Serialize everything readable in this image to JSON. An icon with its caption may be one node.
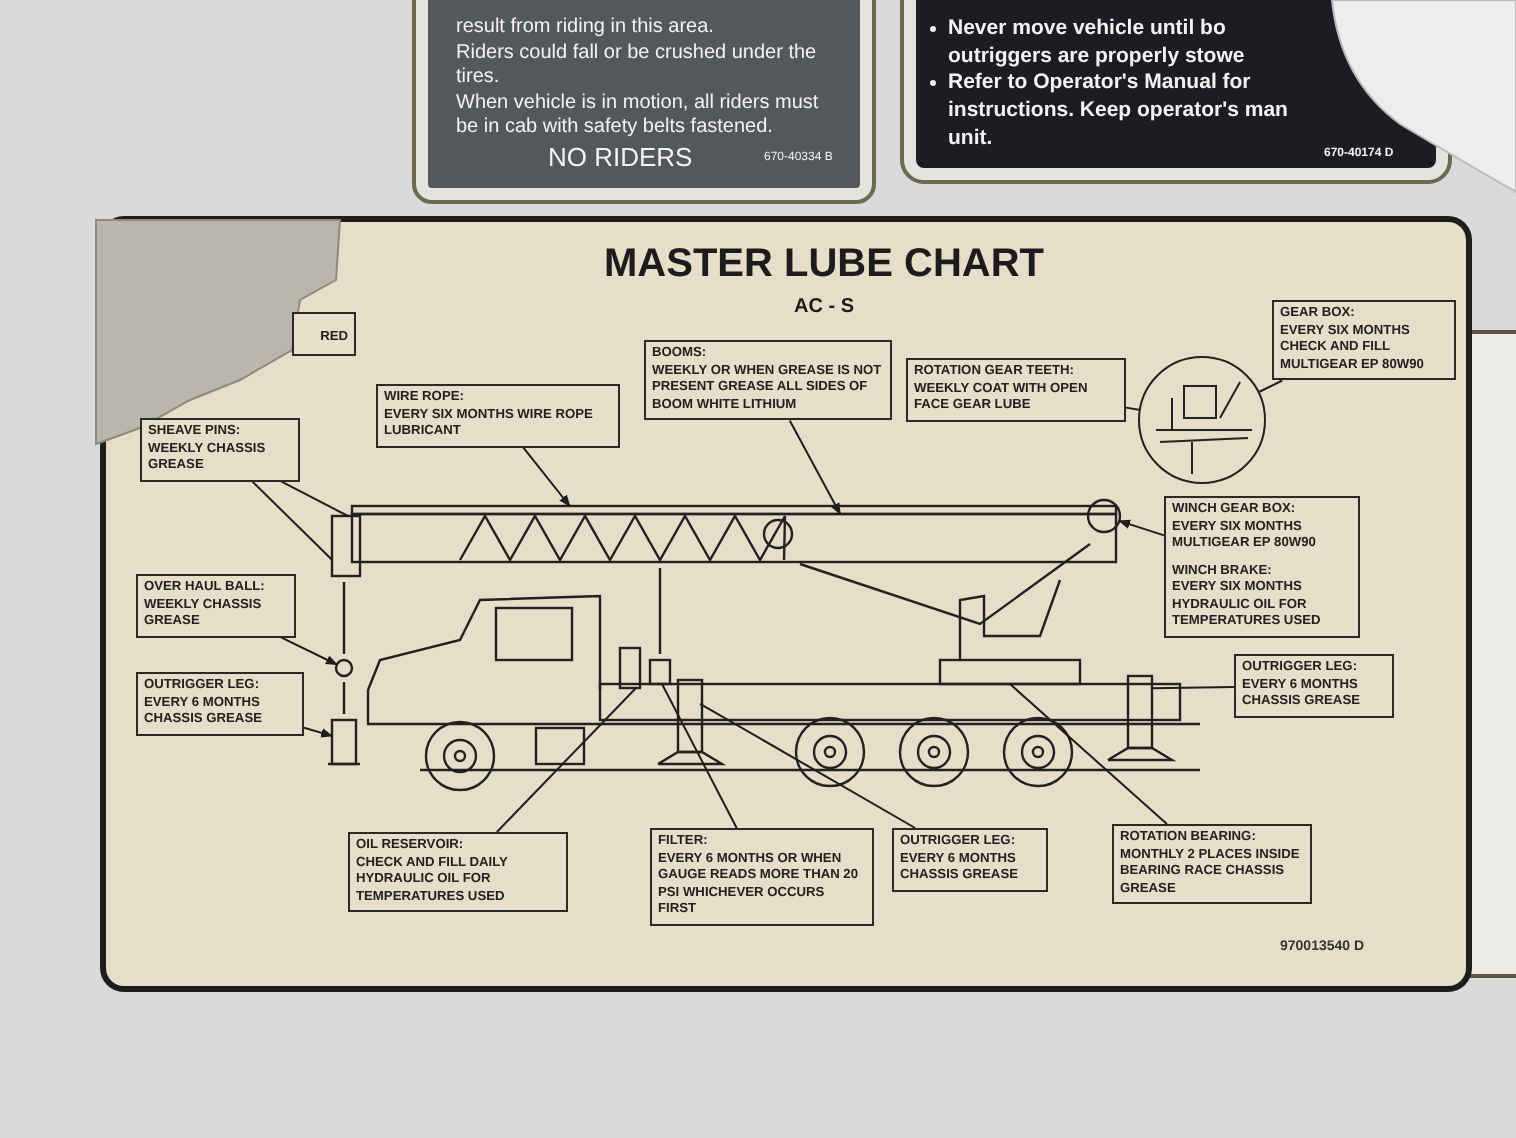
{
  "diagram": {
    "title": "MASTER LUBE CHART",
    "nodes": [
      {
        "text": [
          "RED"
        ]
      },
      {
        "text": [
          "SHEAVE PINS:",
          "WEEKLY CHASSIS GREASE"
        ]
      },
      {
        "text": [
          "WIRE ROPE:",
          "EVERY SIX MONTHS WIRE ROPE LUBRICANT"
        ]
      },
      {
        "text": [
          "BOOMS:",
          "WEEKLY OR WHEN GREASE IS NOT PRESENT GREASE ALL SIDES OF BOOM WHITE LITHIUM"
        ]
      },
      {
        "text": [
          "ROTATION GEAR TEETH:",
          "WEEKLY COAT WITH OPEN FACE GEAR LUBE"
        ]
      },
      {
        "text": [
          "GEAR BOX:",
          "EVERY SIX MONTHS CHECK AND FILL MULTIGEAR EP 80W90"
        ]
      },
      {
        "text": [],
        "shape": "circle"
      },
      {
        "text": [
          "OVER HAUL BALL:",
          "WEEKLY CHASSIS GREASE"
        ]
      },
      {
        "text": [
          "WINCH GEAR BOX:",
          "EVERY SIX MONTHS MULTIGEAR EP 80W90",
          "WINCH BRAKE:",
          "EVERY SIX MONTHS HYDRAULIC OIL FOR TEMPERATURES USED"
        ]
      },
      {
        "text": [
          "OUTRIGGER LEG:",
          "EVERY 6 MONTHS CHASSIS GREASE"
        ]
      },
      {
        "text": [
          "OUTRIGGER LEG:",
          "EVERY 6 MONTHS CHASSIS GREASE"
        ]
      },
      {
        "text": [
          "OIL RESERVOIR:",
          "CHECK AND FILL DAILY HYDRAULIC OIL FOR TEMPERATURES USED"
        ]
      },
      {
        "text": [
          "FILTER:",
          "EVERY 6 MONTHS OR WHEN GAUGE READS MORE THAN 20 PSI WHICHEVER OCCURS FIRST"
        ]
      },
      {
        "text": [
          "OUTRIGGER LEG:",
          "EVERY 6 MONTHS CHASSIS GREASE"
        ]
      },
      {
        "text": [
          "ROTATION BEARING:",
          "MONTHLY 2 PLACES INSIDE BEARING RACE CHASSIS GREASE"
        ]
      },
      {
        "text": [],
        "shape": "box"
      },
      {
        "text": [],
        "shape": "bar"
      },
      {
        "text": [],
        "shape": "box"
      },
      {
        "text": [],
        "shape": "circle"
      },
      {
        "text": [],
        "shape": "circle"
      },
      {
        "text": [],
        "shape": "box"
      },
      {
        "text": [],
        "shape": "box"
      },
      {
        "text": [],
        "shape": "box"
      },
      {
        "text": [],
        "shape": "box"
      },
      {
        "text": [],
        "shape": "box"
      },
      {
        "text": [],
        "shape": "box"
      }
    ],
    "edges": [
      {
        "from": 1,
        "to": 15,
        "arrow": "none"
      },
      {
        "from": 1,
        "to": 15,
        "arrow": "none"
      },
      {
        "from": 2,
        "to": 16,
        "arrow": "to"
      },
      {
        "from": 3,
        "to": 17,
        "arrow": "to"
      },
      {
        "from": 4,
        "to": 6,
        "arrow": "none"
      },
      {
        "from": 5,
        "to": 6,
        "arrow": "none"
      },
      {
        "from": 7,
        "to": 18,
        "arrow": "to"
      },
      {
        "from": 8,
        "to": 19,
        "arrow": "to"
      },
      {
        "from": 9,
        "to": 20,
        "arrow": "to"
      },
      {
        "from": 10,
        "to": 21,
        "arrow": "none"
      },
      {
        "from": 11,
        "to": 22,
        "arrow": "none"
      },
      {
        "from": 12,
        "to": 23,
        "arrow": "none"
      },
      {
        "from": 13,
        "to": 24,
        "arrow": "none"
      },
      {
        "from": 14,
        "to": 25,
        "arrow": "none"
      }
    ],
    "labels": [
      "result from riding in this area.",
      "Riders could fall or be crushed under the tires.",
      "When vehicle is in motion, all riders must be in cab with safety belts fastened.",
      "NO RIDERS",
      "670-40334 B",
      "Never move vehicle until bo outriggers are properly stowe",
      "Refer to Operator's Manual for instructions. Keep operator's man unit.",
      "670-40174 D",
      "AC - S",
      "970013540 D"
    ]
  }
}
